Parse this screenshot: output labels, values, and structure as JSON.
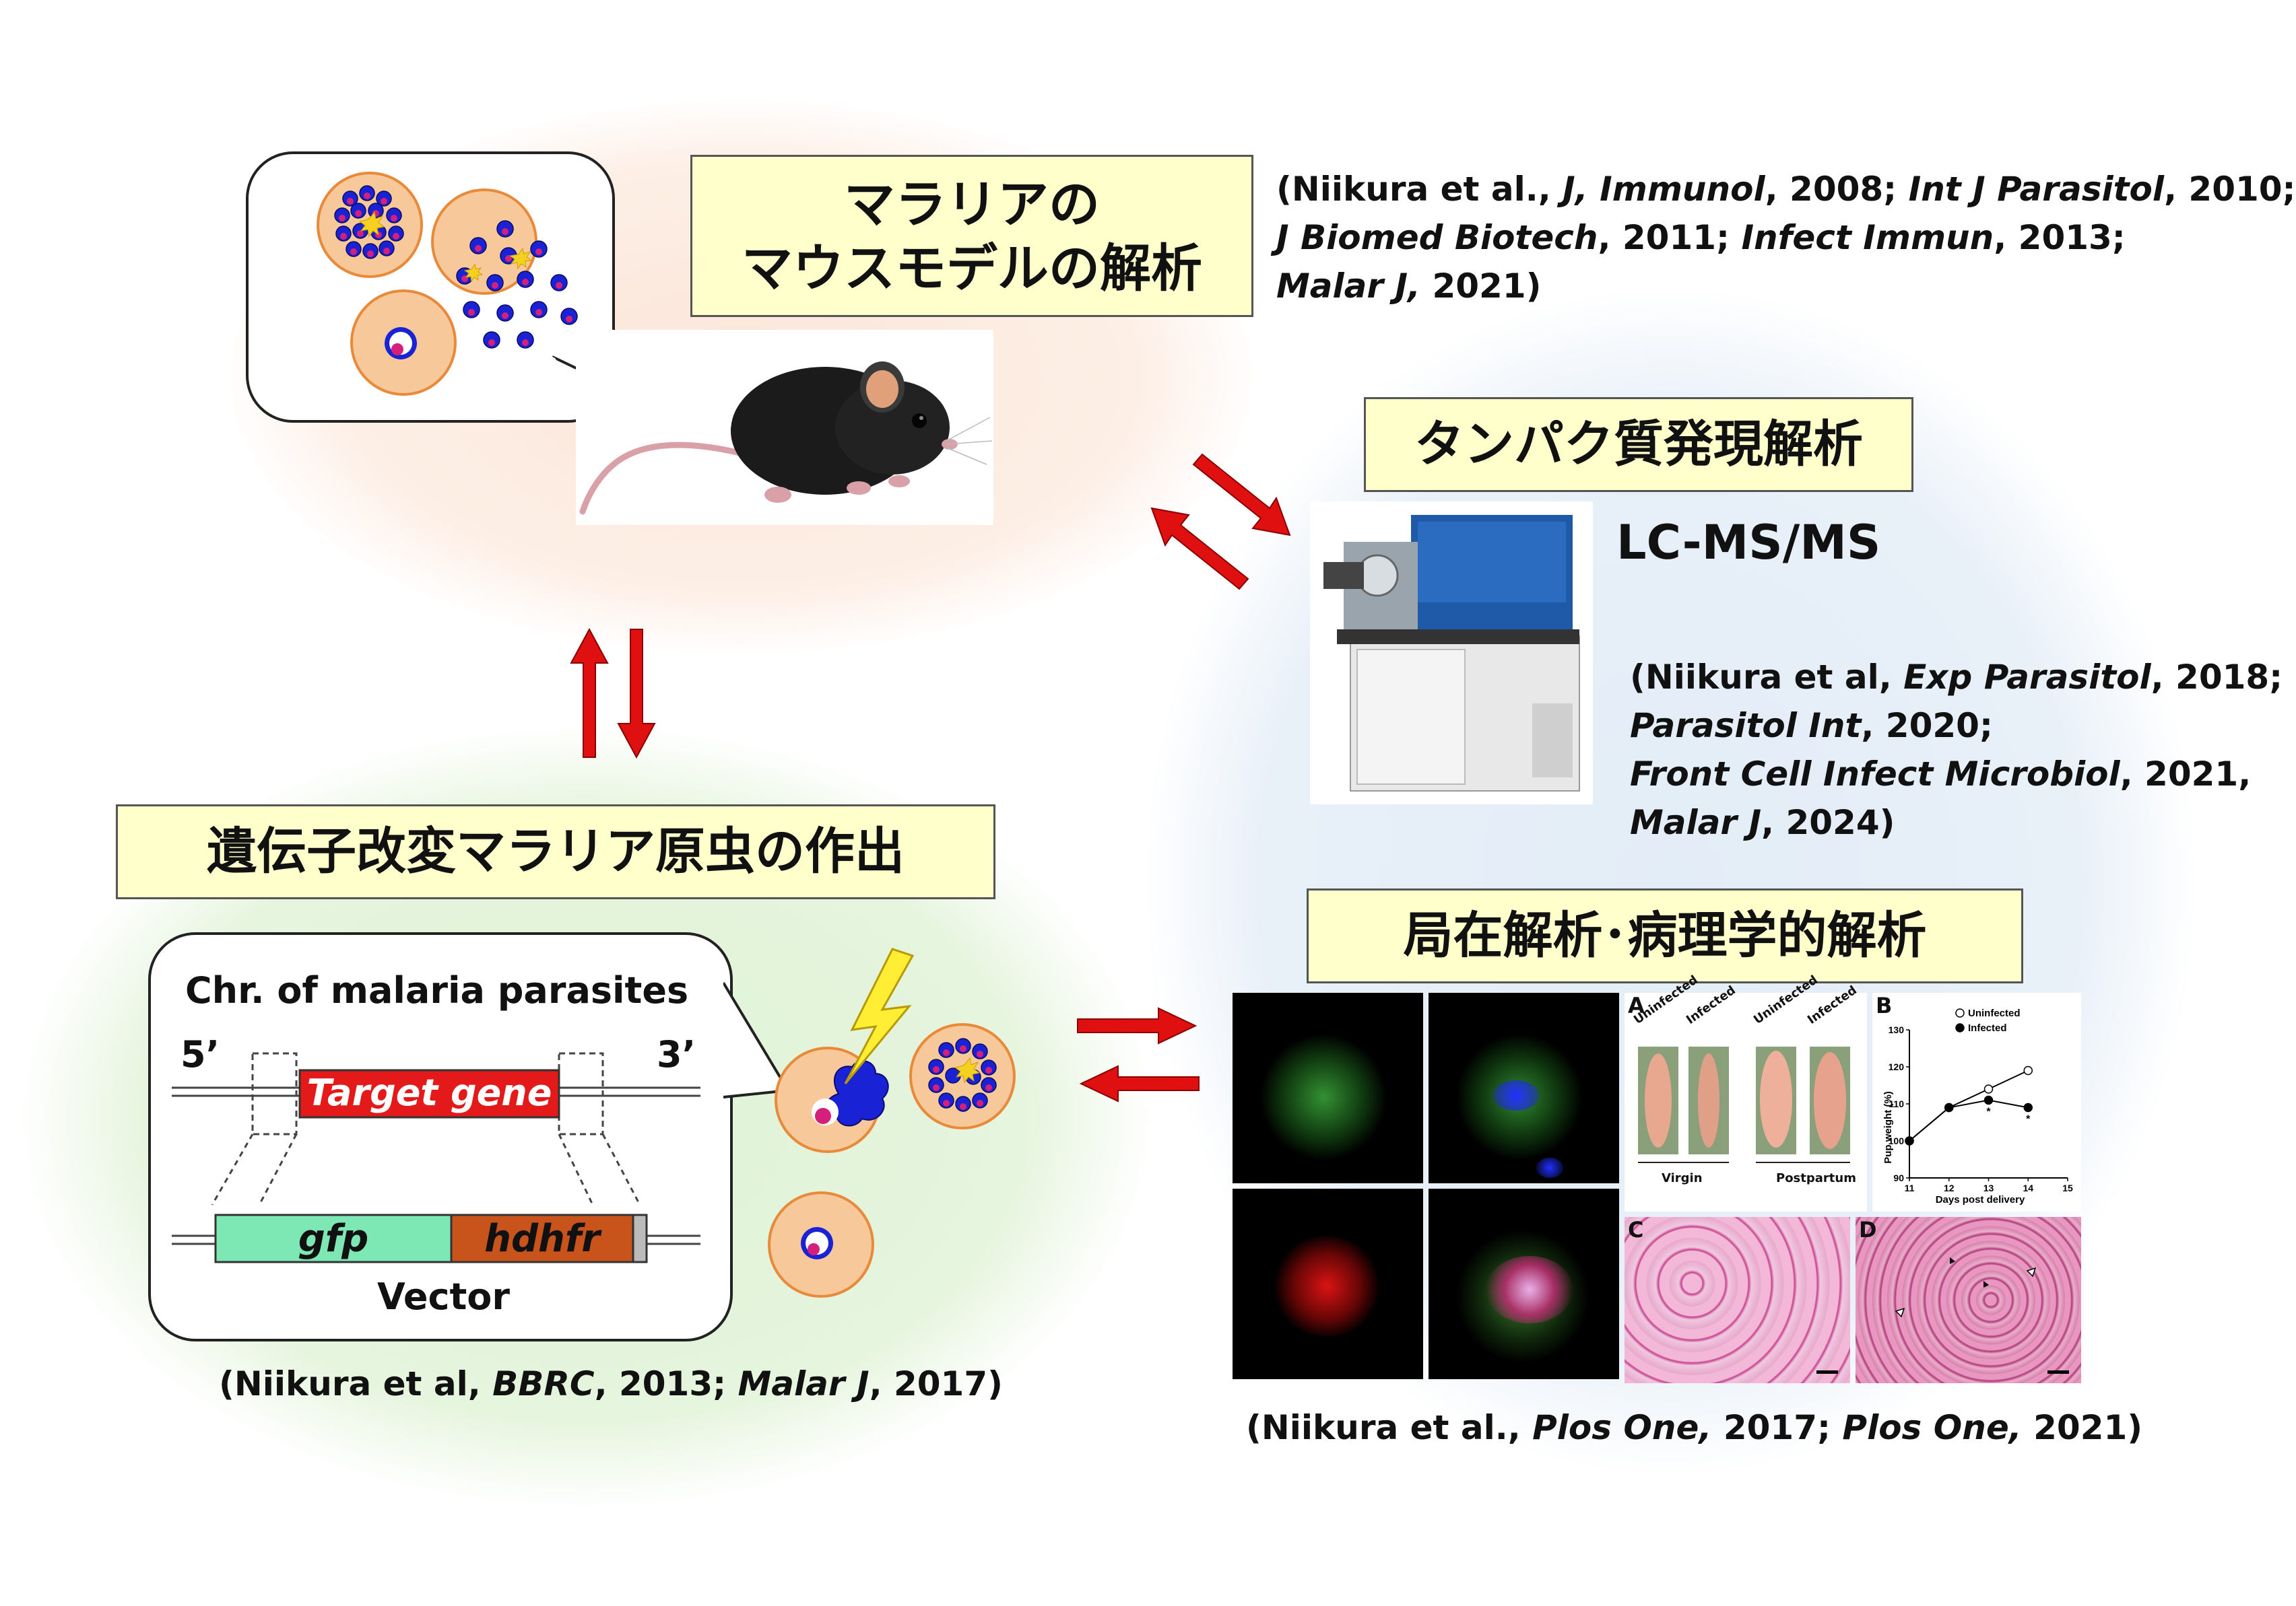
{
  "mouse_model": {
    "title_line1": "マラリアの",
    "title_line2": "マウスモデルの解析",
    "ref_line1_pre": "(Niikura et al., ",
    "ref_line1_j1": "J, Immunol",
    "ref_line1_mid": ", 2008; ",
    "ref_line1_j2": "Int J Parasitol",
    "ref_line1_post": ", 2010;",
    "ref_line2_j1": "J Biomed Biotech",
    "ref_line2_mid": ", 2011; ",
    "ref_line2_j2": "Infect Immun",
    "ref_line2_post": ", 2013;",
    "ref_line3_j1": "Malar J,",
    "ref_line3_post": " 2021)"
  },
  "protein": {
    "title": "タンパク質発現解析",
    "instrument": "LC-MS/MS",
    "ref_line1_pre": "(Niikura et al, ",
    "ref_line1_j": "Exp Parasitol",
    "ref_line1_post": ", 2018;",
    "ref_line2_j": "Parasitol Int",
    "ref_line2_post": ", 2020;",
    "ref_line3_j": "Front Cell Infect Microbiol",
    "ref_line3_post": ", 2021,",
    "ref_line4_j": "Malar J",
    "ref_line4_post": ", 2024)"
  },
  "genetic": {
    "title": "遺伝子改変マラリア原虫の作出",
    "chr_label": "Chr. of malaria parasites",
    "five_prime": "5’",
    "three_prime": "3’",
    "target_gene": "Target gene",
    "gfp": "gfp",
    "hdhfr": "hdhfr",
    "vector": "Vector",
    "ref_pre": "(Niikura et al, ",
    "ref_j1": "BBRC",
    "ref_mid": ", 2013; ",
    "ref_j2": "Malar J",
    "ref_post": ", 2017)"
  },
  "localization": {
    "title": "局在解析･病理学的解析",
    "ref_pre": "(Niikura et al., ",
    "ref_j1": "Plos One,",
    "ref_mid": " 2017; ",
    "ref_j2": "Plos One,",
    "ref_post": " 2021)",
    "panel_a": "A",
    "panel_b": "B",
    "panel_c": "C",
    "panel_d": "D",
    "uninfected_1": "Uninfected",
    "infected_1": "Infected",
    "uninfected_2": "Uninfected",
    "infected_2": "Infected",
    "virgin": "Virgin",
    "postpartum": "Postpartum"
  },
  "chart_data": {
    "type": "line",
    "ylabel": "Pup weight (%)",
    "xlabel": "Days post delivery",
    "x": [
      11,
      12,
      13,
      14,
      15
    ],
    "xlim": [
      11,
      15
    ],
    "ylim": [
      90,
      130
    ],
    "yticks": [
      90,
      100,
      110,
      120,
      130
    ],
    "legend_position": "top-right",
    "series": [
      {
        "name": "Uninfected",
        "x": [
          11,
          12,
          13,
          14
        ],
        "values": [
          100,
          109,
          114,
          119
        ],
        "marker": "open-circle"
      },
      {
        "name": "Infected",
        "x": [
          11,
          12,
          13,
          14
        ],
        "values": [
          100,
          109,
          111,
          109
        ],
        "marker": "filled-circle"
      }
    ],
    "annotations": [
      "*",
      "*"
    ]
  },
  "colors": {
    "title_fill": "#ffffcc",
    "arrow_red": "#e01010",
    "target_gene_red": "#e41a1a",
    "gfp_green": "#7de8b4",
    "hdhfr_orange": "#c8541c",
    "rbc_fill": "#f6c89a",
    "rbc_border": "#e88a3a",
    "parasite_blue": "#1a22d6",
    "parasite_magenta": "#d4207a"
  }
}
